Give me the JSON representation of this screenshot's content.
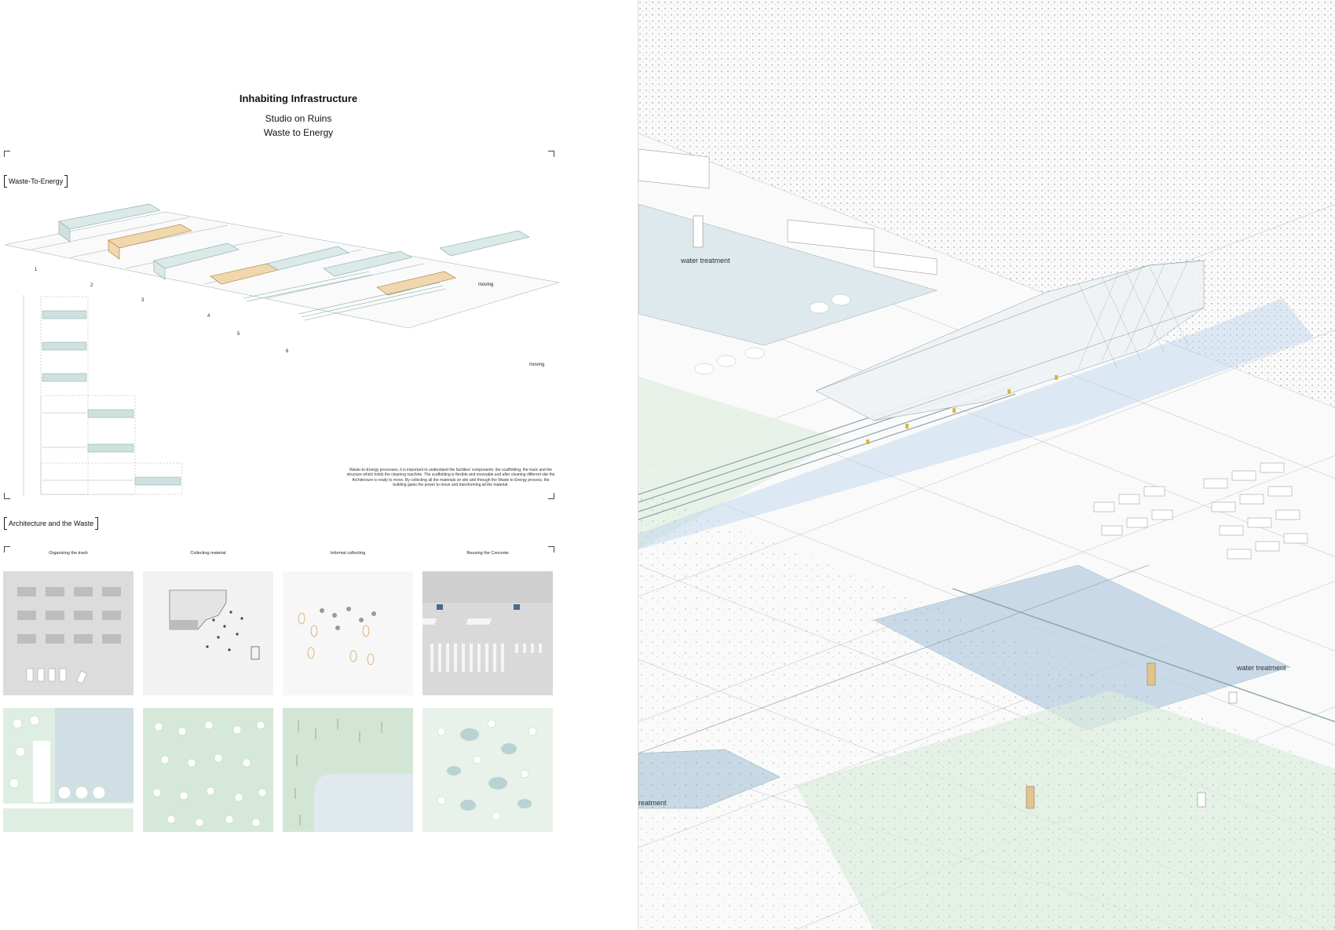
{
  "header": {
    "title": "Inhabiting Infrastructure",
    "subtitle_1": "Studio on Ruins",
    "subtitle_2": "Waste to Energy"
  },
  "sections": {
    "waste_to_energy": "Waste-To-Energy",
    "architecture_waste": "Architecture and the Waste"
  },
  "axonometric": {
    "phase_numbers": [
      "1",
      "2",
      "3",
      "4",
      "5",
      "6"
    ],
    "moving_label_1": "moving",
    "moving_label_2": "moving"
  },
  "description": "Waste-to-Energy processes, it is important to understand the facilities' components: the scaffolding, the track and the structure which holds the cleaning machine. The scaffolding is flexible and moveable and after cleaning different site the Architecture is ready to move. By collecting all the materials on site and through the Waste to Energy process, the building gains the power to move and transforming all the material.",
  "panels": [
    {
      "caption": "Organizing the trash"
    },
    {
      "caption": "Collecting material"
    },
    {
      "caption": "Informal collecting"
    },
    {
      "caption": "Reusing the Concrete"
    }
  ],
  "site_plan": {
    "labels": [
      "water treatment",
      "water treatment",
      "reatment"
    ]
  },
  "colors": {
    "accent_orange": "#d9a25a",
    "structure_teal": "#7ea9a8",
    "water_blue": "#b9cfdf",
    "vegetation_green": "#cfe3d2",
    "ground_grey": "#dcdcdc"
  }
}
